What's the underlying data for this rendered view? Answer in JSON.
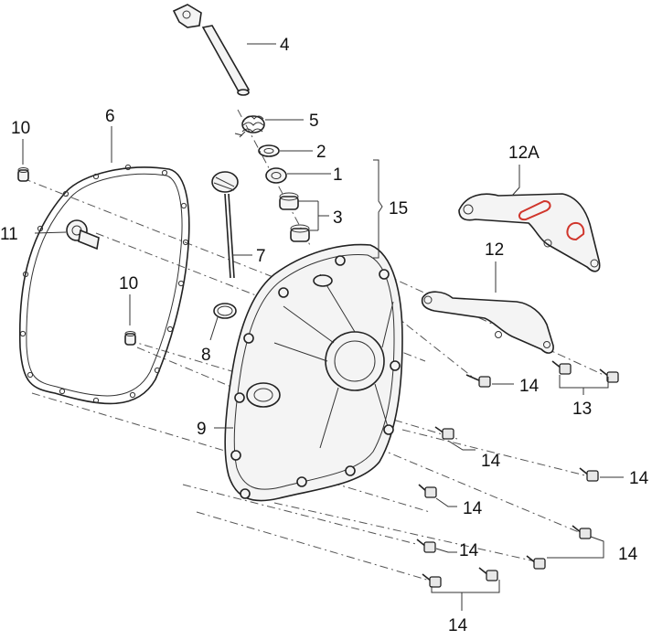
{
  "labels": {
    "l1": "1",
    "l2": "2",
    "l3": "3",
    "l4": "4",
    "l5": "5",
    "l6": "6",
    "l7": "7",
    "l8": "8",
    "l9": "9",
    "l10a": "10",
    "l10b": "10",
    "l11": "11",
    "l12": "12",
    "l12a": "12A",
    "l13": "13",
    "l14a": "14",
    "l14b": "14",
    "l14c": "14",
    "l14d": "14",
    "l14e": "14",
    "l14f": "14",
    "l14g": "14",
    "l15": "15"
  },
  "colors": {
    "line": "#222222",
    "highlight": "#d0362c"
  }
}
